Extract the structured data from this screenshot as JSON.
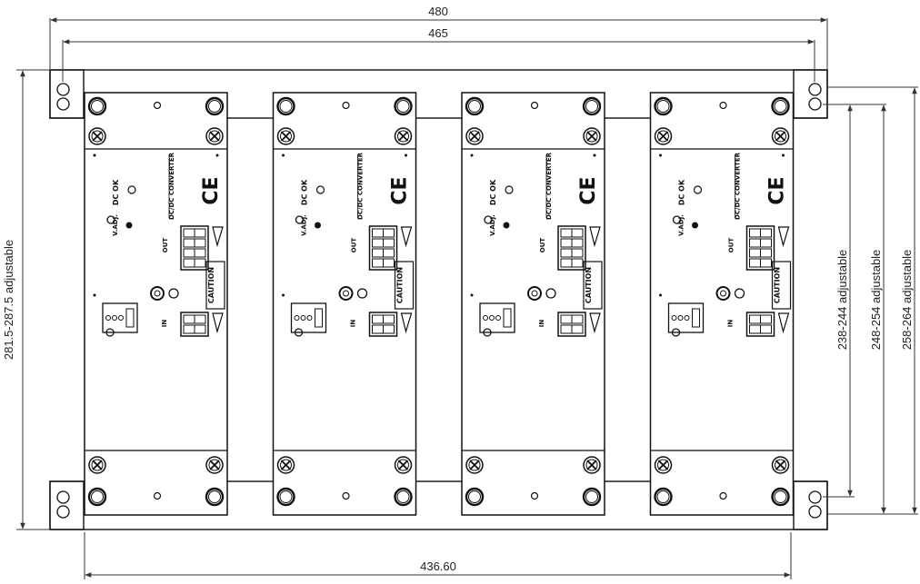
{
  "dimensions": {
    "overall_width": "480",
    "hole_pitch": "465",
    "module_span": "436.60",
    "overall_height": "281.5-287.5 adjustable",
    "height_a": "238-244 adjustable",
    "height_b": "248-254 adjustable",
    "height_c": "258-264 adjustable"
  },
  "module_labels": {
    "dc_ok": "DC OK",
    "v_adj": "V.ADJ.",
    "out": "OUT",
    "in": "IN",
    "ce": "CE",
    "caution": "CAUTION",
    "product": "DC/DC CONVERTER"
  },
  "modules": [
    {
      "id": "module-1"
    },
    {
      "id": "module-2"
    },
    {
      "id": "module-3"
    },
    {
      "id": "module-4"
    }
  ],
  "colors": {
    "line": "#111111",
    "dim": "#333333",
    "background": "#ffffff"
  }
}
